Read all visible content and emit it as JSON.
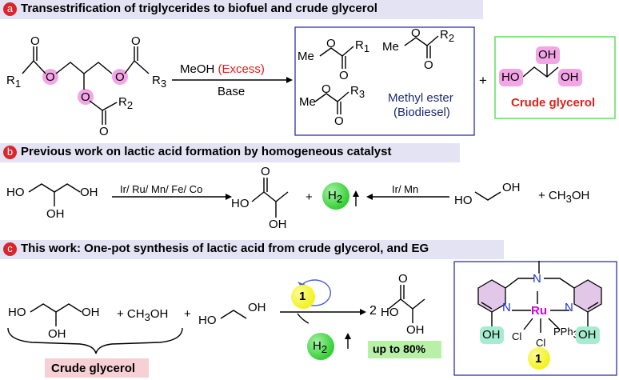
{
  "section_a": {
    "letter": "a",
    "title": "Transestrification of triglycerides to biofuel and crude glycerol",
    "reagent_meoh": "MeOH",
    "reagent_excess": "(Excess)",
    "reagent_base": "Base",
    "ester_label_line1": "Methyl ester",
    "ester_label_line2": "(Biodiesel)",
    "plus": "+",
    "glycerol_label": "Crude glycerol",
    "atoms": {
      "O": "O",
      "OH": "OH",
      "HO": "HO",
      "Me": "Me",
      "R1": "R",
      "R2": "R",
      "R3": "R",
      "s1": "1",
      "s2": "2",
      "s3": "3"
    }
  },
  "section_b": {
    "letter": "b",
    "title": "Previous work on lactic acid formation by homogeneous catalyst",
    "catalysts_left": "Ir/ Ru/ Mn/ Fe/ Co",
    "catalysts_right": "Ir/ Mn",
    "plus1": "+",
    "plus2": "+ CH",
    "ch3oh_sub": "3",
    "ch3oh_end": "OH",
    "h2": "H",
    "h2_sub": "2"
  },
  "section_c": {
    "letter": "c",
    "title": "This work: One-pot synthesis of lactic acid from crude glycerol, and EG",
    "plus_ch3oh": "+ CH",
    "ch3oh_sub": "3",
    "ch3oh_end": "OH",
    "plus2": "+",
    "catalyst_num": "1",
    "coeff": "2",
    "yield": "up to 80%",
    "glycerol_label": "Crude glycerol",
    "complex": {
      "N": "N",
      "Ru": "Ru",
      "Cl": "Cl",
      "PPh": "PPh",
      "sub3": "3",
      "OH": "OH"
    }
  },
  "colors": {
    "header_bg": "#e3e3f4",
    "letter_circle": "#d9262b",
    "highlight_pink": "#f2a6e6",
    "highlight_teal": "#a6ecd0",
    "box_blue": "#1f1fb0",
    "box_green": "#5ee05e",
    "glycerol_red": "#e0201b",
    "h2_green": "#33d033",
    "cat_yellow": "#f2f21e",
    "yield_green": "#b9f0a8",
    "crude_pink": "#f6d0d4",
    "ru_magenta": "#d000d0",
    "n_blue": "#2233dd",
    "ester_navy": "#1c2a6e"
  }
}
